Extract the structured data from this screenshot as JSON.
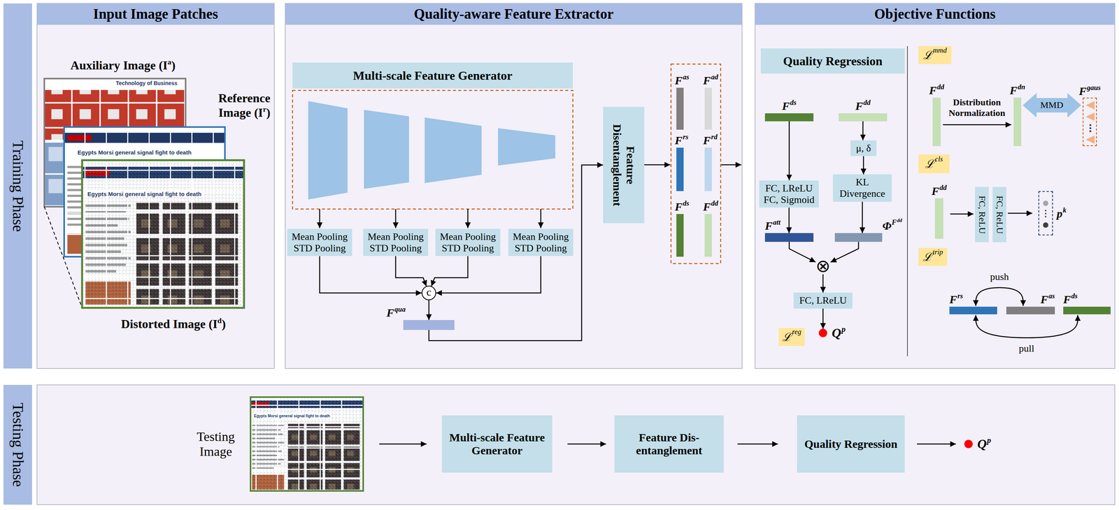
{
  "diagram": {
    "nodes": [
      {
        "text": [
          "Training Phase"
        ]
      },
      {
        "text": [
          "Input Image Patches"
        ]
      },
      {
        "text": [
          "Quality-aware Feature Extractor"
        ]
      },
      {
        "text": [
          "Objective Functions"
        ]
      },
      {
        "text": [
          "Multi-scale Feature Generator"
        ],
        "in": 2
      },
      {
        "text": [
          "Mean Pooling",
          "STD Pooling"
        ],
        "in": 2
      },
      {
        "text": [
          "Mean Pooling",
          "STD Pooling"
        ],
        "in": 2
      },
      {
        "text": [
          "Mean Pooling",
          "STD Pooling"
        ],
        "in": 2
      },
      {
        "text": [
          "Mean Pooling",
          "STD Pooling"
        ],
        "in": 2
      },
      {
        "text": [
          "c"
        ],
        "in": 2
      },
      {
        "text": [
          "F",
          "qua"
        ],
        "in": 2
      },
      {
        "text": [
          "Feature Disentanglement"
        ],
        "in": 2
      },
      {
        "text": [
          "F",
          "as"
        ],
        "in": 2
      },
      {
        "text": [
          "F",
          "ad"
        ],
        "in": 2
      },
      {
        "text": [
          "F",
          "rs"
        ],
        "in": 2
      },
      {
        "text": [
          "F",
          "rd"
        ],
        "in": 2
      },
      {
        "text": [
          "F",
          "ds"
        ],
        "in": 2
      },
      {
        "text": [
          "F",
          "dd"
        ],
        "in": 2
      },
      {
        "text": [
          "Quality Regression"
        ],
        "in": 3
      },
      {
        "text": [
          "F",
          "ds"
        ],
        "in": 3
      },
      {
        "text": [
          "F",
          "dd"
        ],
        "in": 3
      },
      {
        "text": [
          "FC, LReLU",
          "FC, Sigmoid"
        ],
        "in": 3
      },
      {
        "text": [
          "μ, δ"
        ],
        "in": 3
      },
      {
        "text": [
          "KL Divergence"
        ],
        "in": 3
      },
      {
        "text": [
          "F",
          "att"
        ],
        "in": 3
      },
      {
        "text": [
          "Φ",
          "F",
          "dd"
        ],
        "in": 3
      },
      {
        "text": [
          "⊗"
        ],
        "in": 3
      },
      {
        "text": [
          "FC, LReLU"
        ],
        "in": 3
      },
      {
        "text": [
          "ℒ",
          "reg"
        ],
        "in": 3
      },
      {
        "text": [
          "Q",
          "p"
        ],
        "in": 3
      },
      {
        "text": [
          "ℒ",
          "mmd"
        ],
        "in": 3
      },
      {
        "text": [
          "F",
          "dd"
        ],
        "in": 3
      },
      {
        "text": [
          "F",
          "dn"
        ],
        "in": 3
      },
      {
        "text": [
          "F",
          "gaus"
        ],
        "in": 3
      },
      {
        "text": [
          "ℒ",
          "cls"
        ],
        "in": 3
      },
      {
        "text": [
          "F",
          "dd"
        ],
        "in": 3
      },
      {
        "text": [
          "FC, ReLU"
        ],
        "in": 3
      },
      {
        "text": [
          "FC, ReLU"
        ],
        "in": 3
      },
      {
        "text": [
          "p",
          "k"
        ],
        "in": 3
      },
      {
        "text": [
          "ℒ",
          "trip"
        ],
        "in": 3
      },
      {
        "text": [
          "F",
          "rs"
        ],
        "in": 3
      },
      {
        "text": [
          "F",
          "as"
        ],
        "in": 3
      },
      {
        "text": [
          "F",
          "ds"
        ],
        "in": 3
      },
      {
        "text": [
          "Testing Phase"
        ]
      },
      {
        "text": [
          "Testing Image"
        ]
      },
      {
        "text": [
          "Multi-scale Feature Generator"
        ]
      },
      {
        "text": [
          "Feature Dis- entanglement"
        ]
      },
      {
        "text": [
          "Quality Regression"
        ]
      },
      {
        "text": [
          "Q",
          "p"
        ]
      }
    ],
    "edges": [
      {
        "from": 5,
        "to": 9,
        "arrow": "to"
      },
      {
        "from": 6,
        "to": 9,
        "arrow": "to"
      },
      {
        "from": 7,
        "to": 9,
        "arrow": "to"
      },
      {
        "from": 8,
        "to": 9,
        "arrow": "to"
      },
      {
        "from": 9,
        "to": 10,
        "arrow": "to"
      },
      {
        "from": 10,
        "to": 11,
        "arrow": "to"
      },
      {
        "from": 19,
        "to": 21,
        "arrow": "to"
      },
      {
        "from": 20,
        "to": 22,
        "arrow": "to"
      },
      {
        "from": 22,
        "to": 23,
        "arrow": "to"
      },
      {
        "from": 23,
        "to": 25,
        "arrow": "to"
      },
      {
        "from": 21,
        "to": 24,
        "arrow": "to"
      },
      {
        "from": 24,
        "to": 26,
        "arrow": "to"
      },
      {
        "from": 25,
        "to": 26,
        "arrow": "to"
      },
      {
        "from": 26,
        "to": 27,
        "arrow": "to"
      },
      {
        "from": 27,
        "to": 29,
        "arrow": "to"
      },
      {
        "from": 31,
        "to": 32,
        "label": "Distribution Normalization",
        "arrow": "to"
      },
      {
        "from": 32,
        "to": 33,
        "label": "MMD",
        "arrow": "both"
      },
      {
        "from": 35,
        "to": 36,
        "arrow": "to"
      },
      {
        "from": 37,
        "to": 38,
        "arrow": "to"
      },
      {
        "from": 40,
        "to": 41,
        "label": "push",
        "arrow": "both"
      },
      {
        "from": 40,
        "to": 42,
        "label": "pull",
        "arrow": "both"
      },
      {
        "from": 44,
        "to": 45,
        "arrow": "to"
      },
      {
        "from": 45,
        "to": 46,
        "arrow": "to"
      },
      {
        "from": 46,
        "to": 47,
        "arrow": "to"
      },
      {
        "from": 47,
        "to": 48,
        "arrow": "to"
      }
    ],
    "labels": [
      "Auxiliary Image (I",
      "a",
      ")",
      "Reference Image (I",
      "r",
      ")",
      "Distorted Image (I",
      "d",
      ")",
      "Technology of Business",
      "Egypts Morsi general signal fight to death",
      "Egypts Morsi general signal fight to death",
      "Egypts Morsi general signal fight to death"
    ]
  }
}
